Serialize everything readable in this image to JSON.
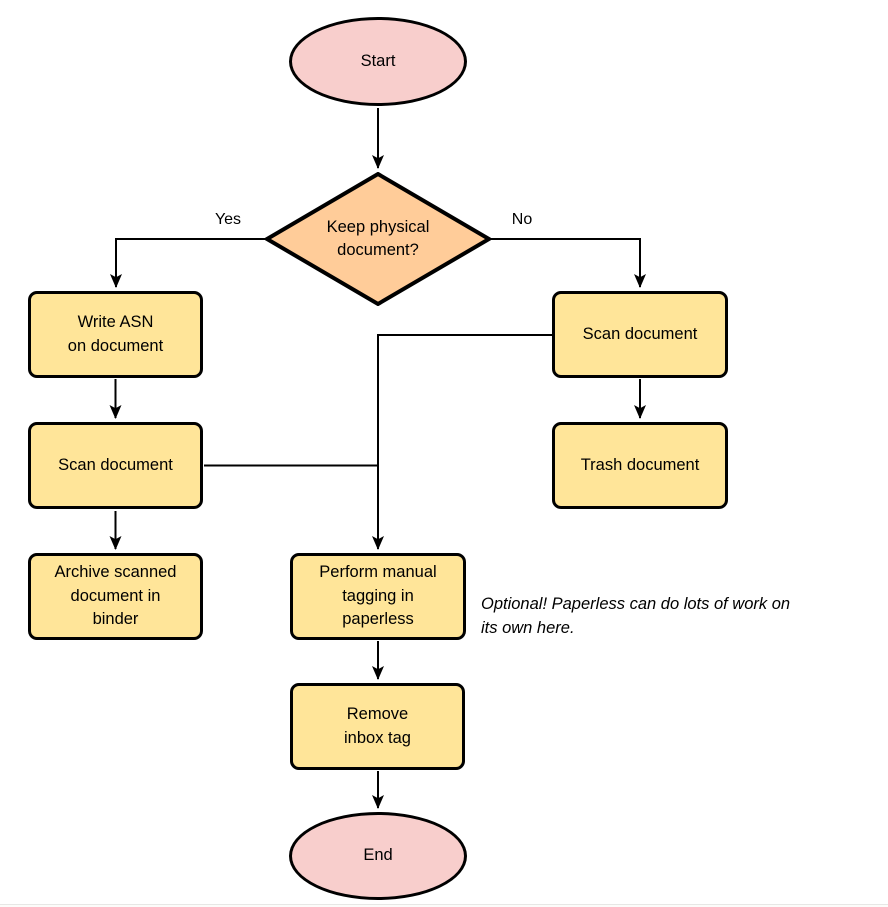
{
  "diagram": {
    "type": "flowchart",
    "colors": {
      "terminal_fill": "#F8CECC",
      "decision_fill": "#FFCC99",
      "process_fill": "#FFE599",
      "stroke": "#000000",
      "background": "#FFFFFF"
    },
    "nodes": {
      "start": {
        "label": "Start",
        "type": "terminal"
      },
      "decision": {
        "label": "Keep physical\ndocument?",
        "type": "decision"
      },
      "write_asn": {
        "label": "Write ASN\non document",
        "type": "process"
      },
      "scan_left": {
        "label": "Scan document",
        "type": "process"
      },
      "archive": {
        "label": "Archive scanned\ndocument in\nbinder",
        "type": "process"
      },
      "scan_right": {
        "label": "Scan document",
        "type": "process"
      },
      "trash": {
        "label": "Trash document",
        "type": "process"
      },
      "tagging": {
        "label": "Perform manual\ntagging in\npaperless",
        "type": "process"
      },
      "remove_inbox": {
        "label": "Remove\ninbox tag",
        "type": "process"
      },
      "end": {
        "label": "End",
        "type": "terminal"
      }
    },
    "edge_labels": {
      "yes": "Yes",
      "no": "No"
    },
    "edges": [
      {
        "from": "start",
        "to": "decision",
        "label": ""
      },
      {
        "from": "decision",
        "to": "write_asn",
        "label": "Yes"
      },
      {
        "from": "decision",
        "to": "scan_right",
        "label": "No"
      },
      {
        "from": "write_asn",
        "to": "scan_left",
        "label": ""
      },
      {
        "from": "scan_left",
        "to": "archive",
        "label": ""
      },
      {
        "from": "scan_right",
        "to": "trash",
        "label": ""
      },
      {
        "from": "scan_right",
        "to": "tagging",
        "label": ""
      },
      {
        "from": "scan_left",
        "to": "tagging",
        "label": ""
      },
      {
        "from": "tagging",
        "to": "remove_inbox",
        "label": ""
      },
      {
        "from": "remove_inbox",
        "to": "end",
        "label": ""
      }
    ],
    "annotation": "Optional! Paperless can do lots of work on\nits own here."
  }
}
